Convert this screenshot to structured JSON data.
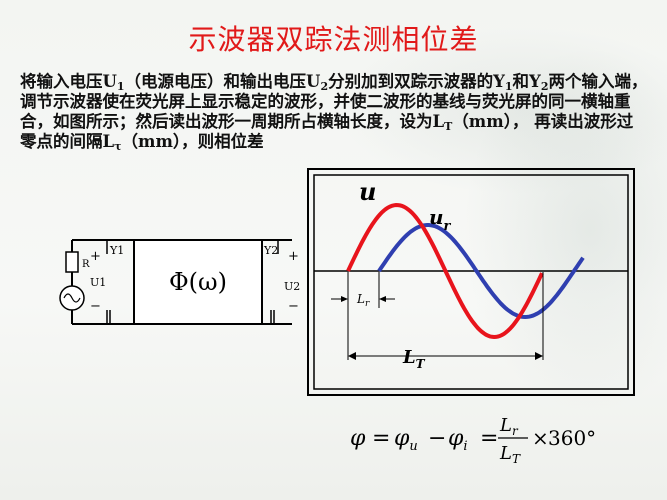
{
  "slide": {
    "title": "示波器双踪法测相位差",
    "paragraph": [
      {
        "t": "将输入电压U"
      },
      {
        "sub": "1"
      },
      {
        "t": "（电源电压）和输出电压U"
      },
      {
        "sub": "2"
      },
      {
        "t": "分别加到双踪示波器的Y"
      },
      {
        "sub": "1"
      },
      {
        "t": "和Y"
      },
      {
        "sub": "2"
      },
      {
        "t": "两个输入端，调节示波器使在荧光屏上显示稳定的波形，并使二波形的基线与荧光屏的同一横轴重合，如图所示；然后读出波形一周期所占横轴长度，设为L"
      },
      {
        "sub": "T"
      },
      {
        "t": "（mm）， 再读出波形过零点的间隔L"
      },
      {
        "sub": "τ"
      },
      {
        "t": "（mm），则相位差"
      }
    ]
  },
  "circuit": {
    "block_label": "Φ(ω)",
    "y1_label": "Y1",
    "y2_label": "Y2",
    "u1_label": "U1",
    "u2_label": "U2",
    "r_label": "R",
    "plus": "+",
    "minus": "−"
  },
  "scope": {
    "wave_u_label": "u",
    "wave_ur_main": "u",
    "wave_ur_sub": "r",
    "lr_main": "L",
    "lr_sub": "r",
    "lt_main": "L",
    "lt_sub": "T",
    "colors": {
      "u": "#e8141c",
      "ur": "#2f3fb0",
      "frame": "#000000"
    }
  },
  "formula": {
    "phi": "φ",
    "eq": "=",
    "phi_u": "φ",
    "u_sub": "u",
    "minus": "−",
    "phi_i": "φ",
    "i_sub": "i",
    "num": "L",
    "num_sub": "r",
    "den": "L",
    "den_sub": "T",
    "times": "×",
    "angle": "360°"
  }
}
